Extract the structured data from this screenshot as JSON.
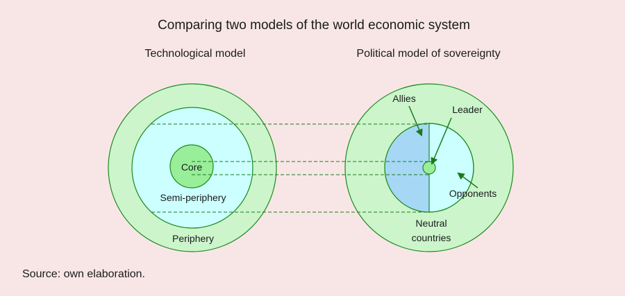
{
  "title": "Comparing two models of the world economic system",
  "left_model": {
    "heading": "Technological model",
    "core": "Core",
    "semi_periphery": "Semi-periphery",
    "periphery": "Periphery"
  },
  "right_model": {
    "heading": "Political model of sovereignty",
    "allies": "Allies",
    "leader": "Leader",
    "opponents": "Opponents",
    "neutral_line1": "Neutral",
    "neutral_line2": "countries"
  },
  "source": "Source: own elaboration.",
  "colors": {
    "outer_ring": "#ccf5cc",
    "inner_fill": "#ccffff",
    "core_fill": "#99ee99",
    "allies_fill": "#a6d8f5",
    "stroke": "#1a8a1a",
    "arrow": "#1a7a1a"
  }
}
